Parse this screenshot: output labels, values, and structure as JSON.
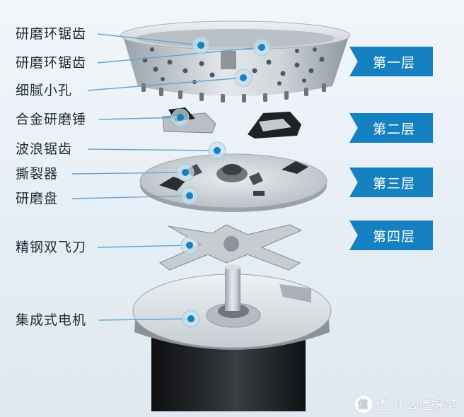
{
  "labels": [
    "研磨环锯齿",
    "研磨环锯齿",
    "细腻小孔",
    "合金研磨锤",
    "波浪锯齿",
    "撕裂器",
    "研磨盘",
    "精钢双飞刀",
    "集成式电机"
  ],
  "layers": [
    "第一层",
    "第二层",
    "第三层",
    "第四层"
  ],
  "watermark": "值 什么值得买",
  "colors": {
    "accent": "#1581c0",
    "text": "#1d2a3a",
    "leader": "#5fa6d3"
  }
}
